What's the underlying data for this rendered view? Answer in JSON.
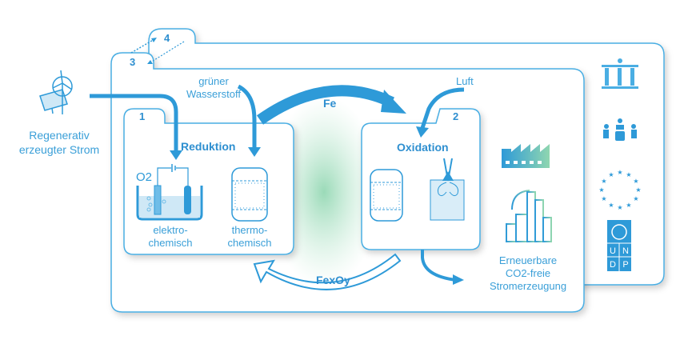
{
  "colors": {
    "primary": "#2e9ad8",
    "light": "#e8f4fb",
    "green": "#a8dcc0",
    "stroke": "#4aaee3"
  },
  "source": {
    "label_line1": "Regenerativ",
    "label_line2": "erzeugter Strom",
    "icon": "solar-wind-icon"
  },
  "panels": {
    "panel3_number": "3",
    "panel4_number": "4",
    "panel1_number": "1",
    "panel2_number": "2"
  },
  "inputs": {
    "hydrogen_line1": "grüner",
    "hydrogen_line2": "Wasserstoff",
    "air": "Luft"
  },
  "flows": {
    "fe": "Fe",
    "fexoy": "FexOy"
  },
  "reduction": {
    "title": "Reduktion",
    "o2": "O2",
    "electro_line1": "elektro-",
    "electro_line2": "chemisch",
    "thermo_line1": "thermo-",
    "thermo_line2": "chemisch"
  },
  "oxidation": {
    "title": "Oxidation"
  },
  "output": {
    "line1": "Erneuerbare",
    "line2": "CO2-freie",
    "line3": "Stromerzeugung",
    "icons": [
      "factory-icon",
      "city-icon"
    ]
  },
  "stakeholders": [
    "institution-icon",
    "meeting-icon",
    "eu-stars-icon",
    "undp-logo-icon"
  ]
}
